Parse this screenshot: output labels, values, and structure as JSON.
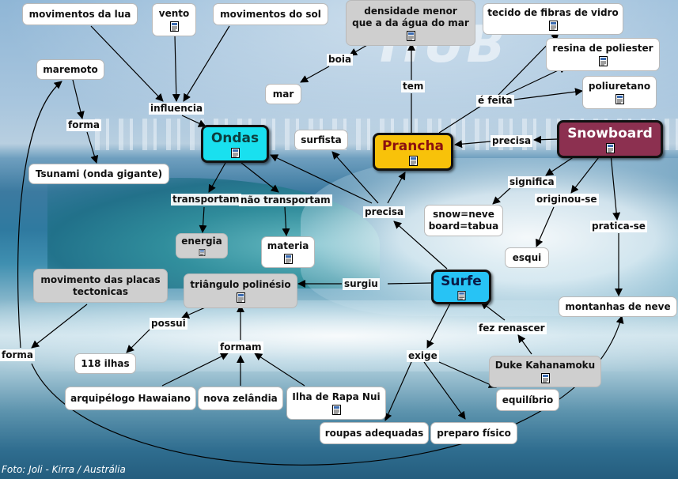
{
  "photo_credit": "Foto: Joli - Kirra / Austrália",
  "logo_text": "HUB",
  "hubs": {
    "ondas": "Ondas",
    "prancha": "Prancha",
    "snowboard": "Snowboard",
    "surfe": "Surfe"
  },
  "concepts": {
    "movimentos_lua": "movimentos da lua",
    "vento": "vento",
    "movimentos_sol": "movimentos do sol",
    "densidade_line1": "densidade menor",
    "densidade_line2": "que a da água do mar",
    "tecido": "tecido de fibras de vidro",
    "resina": "resina de poliester",
    "poliuretano": "poliuretano",
    "maremoto": "maremoto",
    "mar": "mar",
    "surfista": "surfista",
    "tsunami": "Tsunami (onda gigante)",
    "snow_line1": "snow=neve",
    "snow_line2": "board=tabua",
    "esqui": "esqui",
    "energia": "energia",
    "materia": "materia",
    "placas_line1": "movimento das placas",
    "placas_line2": "tectonicas",
    "triangulo": "triângulo polinésio",
    "montanhas": "montanhas de neve",
    "ilhas": "118 ilhas",
    "duke": "Duke Kahanamoku",
    "equilibrio": "equilíbrio",
    "arquipelago": "arquipélogo Hawaiano",
    "nova_zelandia": "nova zelândia",
    "rapa_nui": "Ilha de Rapa Nui",
    "roupas": "roupas adequadas",
    "preparo": "preparo físico"
  },
  "linking_phrases": {
    "influencia": "influencia",
    "boia": "boia",
    "tem": "tem",
    "e_feita": "é feita",
    "forma_top": "forma",
    "precisa_prancha": "precisa",
    "significa": "significa",
    "originou": "originou-se",
    "transportam": "transportam",
    "nao_transportam": "não transportam",
    "precisa_surfe": "precisa",
    "pratica": "pratica-se",
    "surgiu": "surgiu",
    "possui": "possui",
    "fez_renascer": "fez renascer",
    "forma_left": "forma",
    "formam": "formam",
    "exige": "exige"
  },
  "colors": {
    "ondas": "#19e0ef",
    "prancha": "#f8c20a",
    "snowboard": "#8c3050",
    "surfe": "#27c3f5",
    "gray_node": "#cfcfcf"
  }
}
